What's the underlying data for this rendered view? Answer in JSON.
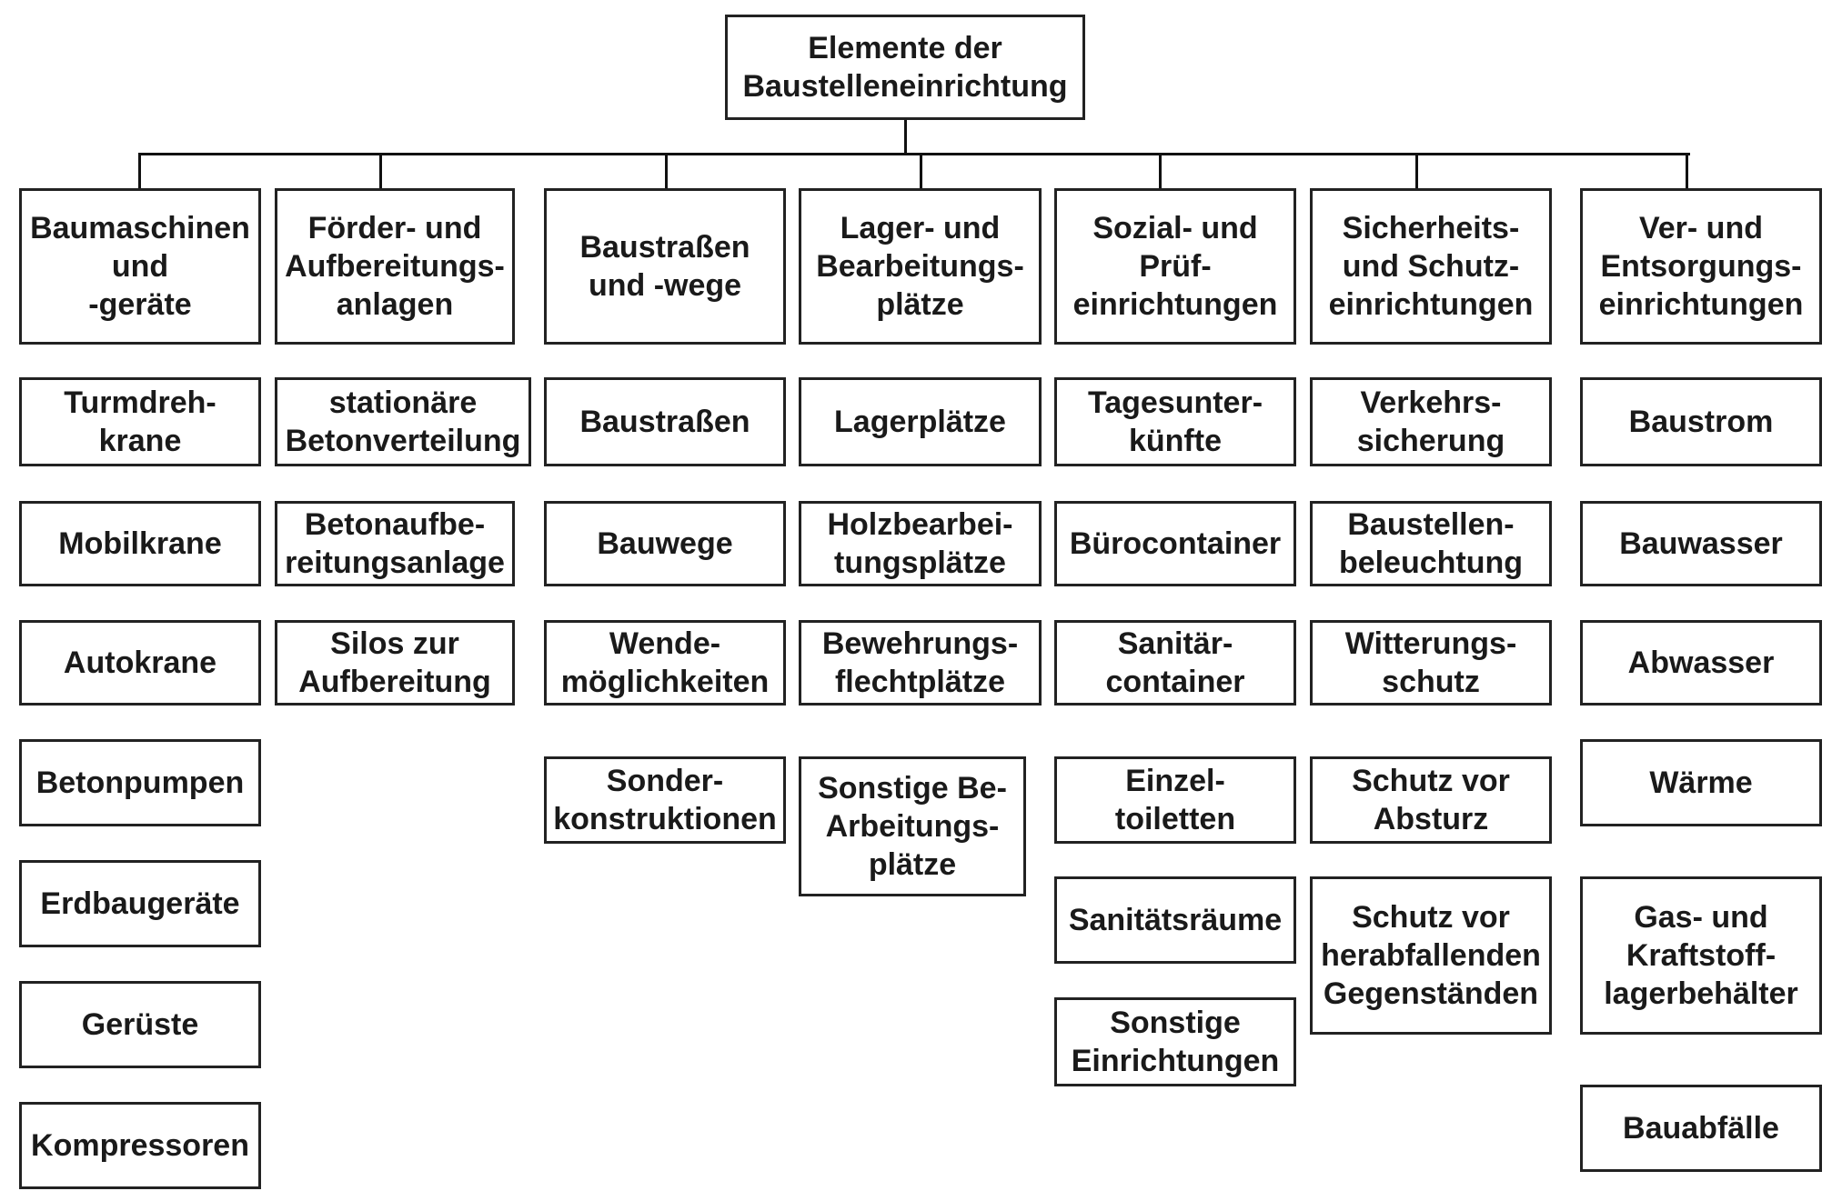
{
  "root": "Elemente der\nBaustelleneinrichtung",
  "columns": [
    {
      "header": "Baumaschinen\nund\n-geräte",
      "items": [
        "Turmdreh-\nkrane",
        "Mobilkrane",
        "Autokrane",
        "Betonpumpen",
        "Erdbaugeräte",
        "Gerüste",
        "Kompressoren"
      ]
    },
    {
      "header": "Förder- und\nAufbereitungs-\nanlagen",
      "items": [
        "stationäre\nBetonverteilung",
        "Betonaufbe-\nreitungsanlage",
        "Silos zur\nAufbereitung"
      ]
    },
    {
      "header": "Baustraßen\nund -wege",
      "items": [
        "Baustraßen",
        "Bauwege",
        "Wende-\nmöglichkeiten",
        "Sonder-\nkonstruktionen"
      ]
    },
    {
      "header": "Lager- und\nBearbeitungs-\nplätze",
      "items": [
        "Lagerplätze",
        "Holzbearbei-\ntungsplätze",
        "Bewehrungs-\nflechtplätze",
        "Sonstige Be-\nArbeitungs-\nplätze"
      ]
    },
    {
      "header": "Sozial- und\nPrüf-\neinrichtungen",
      "items": [
        "Tagesunter-\nkünfte",
        "Bürocontainer",
        "Sanitär-\ncontainer",
        "Einzel-\ntoiletten",
        "Sanitätsräume",
        "Sonstige\nEinrichtungen"
      ]
    },
    {
      "header": "Sicherheits-\nund Schutz-\neinrichtungen",
      "items": [
        "Verkehrs-\nsicherung",
        "Baustellen-\nbeleuchtung",
        "Witterungs-\nschutz",
        "Schutz vor\nAbsturz",
        "Schutz vor\nherabfallenden\nGegenständen"
      ]
    },
    {
      "header": "Ver- und\nEntsorgungs-\neinrichtungen",
      "items": [
        "Baustrom",
        "Bauwasser",
        "Abwasser",
        "Wärme",
        "Gas- und\nKraftstoff-\nlagerbehälter",
        "Bauabfälle"
      ]
    }
  ]
}
